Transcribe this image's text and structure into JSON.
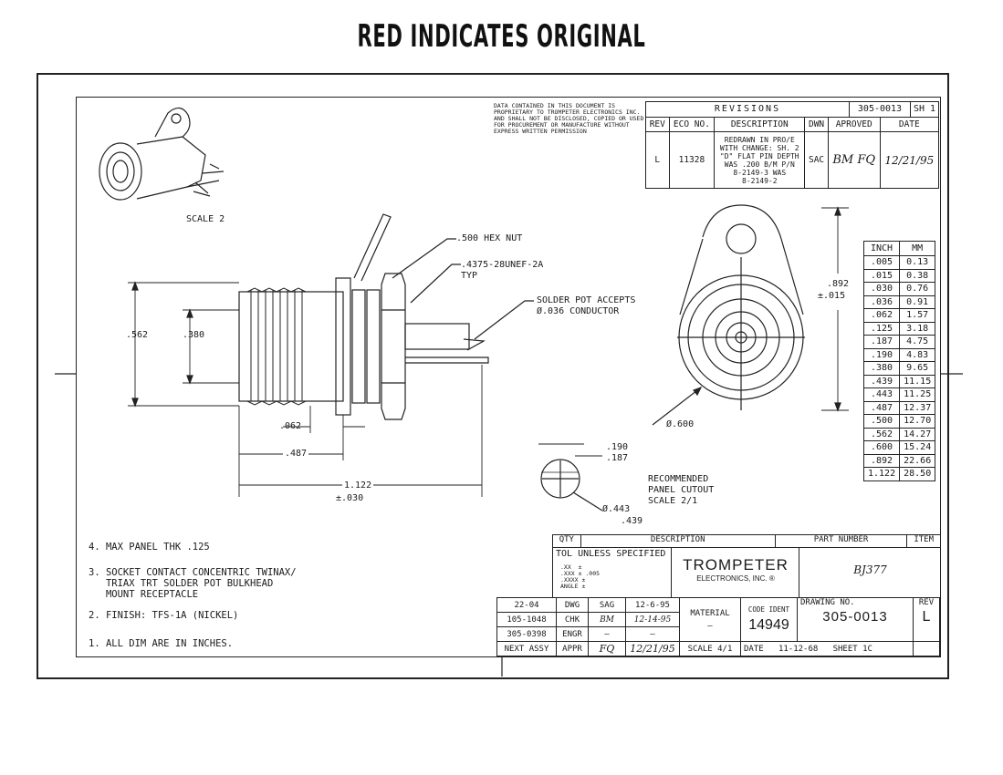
{
  "header": {
    "title": "RED INDICATES ORIGINAL"
  },
  "proprietary_notice": "DATA CONTAINED IN THIS DOCUMENT IS\nPROPRIETARY TO TROMPETER ELECTRONICS INC.\nAND SHALL NOT BE DISCLOSED, COPIED OR USED\nFOR PROCUREMENT OR MANUFACTURE WITHOUT\nEXPRESS WRITTEN PERMISSION",
  "revisions": {
    "title": "REVISIONS",
    "doc_number": "305-0013",
    "sheet": "SH 1",
    "headers": [
      "REV",
      "ECO NO.",
      "DESCRIPTION",
      "DWN",
      "APROVED",
      "DATE"
    ],
    "row": {
      "rev": "L",
      "eco": "11328",
      "description": "REDRAWN IN PRO/E\nWITH CHANGE: SH. 2\n\"D\" FLAT PIN DEPTH\nWAS .200 B/M P/N\n8-2149-3 WAS\n8-2149-2",
      "dwn": "SAC",
      "approved": "BM   FQ",
      "date": "12/21/95"
    }
  },
  "views": {
    "scale_label": "SCALE 2",
    "hex_nut": ".500 HEX NUT",
    "thread": ".4375-28UNEF-2A",
    "thread_typ": "TYP",
    "solder_pot_1": "SOLDER POT ACCEPTS",
    "solder_pot_2": "Ø.036 CONDUCTOR",
    "dim_562": ".562",
    "dim_380": ".380",
    "dim_062": ".062",
    "dim_487": ".487",
    "dim_1122": "1.122",
    "dim_1122_tol": "±.030",
    "dim_892": ".892",
    "dim_892_tol": "±.015",
    "dim_600": "Ø.600",
    "cutout_190": ".190",
    "cutout_187": ".187",
    "cutout_443": "Ø.443",
    "cutout_439": ".439",
    "cutout_label_1": "RECOMMENDED",
    "cutout_label_2": "PANEL CUTOUT",
    "cutout_label_3": "SCALE 2/1"
  },
  "conversion": {
    "headers": [
      "INCH",
      "MM"
    ],
    "rows": [
      [
        ".005",
        "0.13"
      ],
      [
        ".015",
        "0.38"
      ],
      [
        ".030",
        "0.76"
      ],
      [
        ".036",
        "0.91"
      ],
      [
        ".062",
        "1.57"
      ],
      [
        ".125",
        "3.18"
      ],
      [
        ".187",
        "4.75"
      ],
      [
        ".190",
        "4.83"
      ],
      [
        ".380",
        "9.65"
      ],
      [
        ".439",
        "11.15"
      ],
      [
        ".443",
        "11.25"
      ],
      [
        ".487",
        "12.37"
      ],
      [
        ".500",
        "12.70"
      ],
      [
        ".562",
        "14.27"
      ],
      [
        ".600",
        "15.24"
      ],
      [
        ".892",
        "22.66"
      ],
      [
        "1.122",
        "28.50"
      ]
    ]
  },
  "notes": [
    "4. MAX PANEL THK .125",
    "3. SOCKET CONTACT CONCENTRIC TWINAX/\n   TRIAX TRT SOLDER POT BULKHEAD\n   MOUNT RECEPTACLE",
    "2. FINISH: TFS-1A (NICKEL)",
    "1. ALL DIM ARE IN INCHES."
  ],
  "title_block": {
    "qty": "QTY",
    "description_hdr": "DESCRIPTION",
    "part_number_hdr": "PART NUMBER",
    "item_hdr": "ITEM",
    "tol_title": "TOL UNLESS SPECIFIED",
    "tol_lines": ".XX  ±\n.XXX ± .005\n.XXXX ±\nANGLE ±",
    "company": "TROMPETER",
    "company_sub": "ELECTRONICS, INC. ®",
    "part_number": "BJ377",
    "next_assy": [
      "22-04",
      "105-1048",
      "305-0398"
    ],
    "next_assy_label": "NEXT ASSY",
    "dwg_label": "DWG",
    "dwg_by": "SAG",
    "dwg_date": "12-6-95",
    "chk_label": "CHK",
    "chk_by": "BM",
    "chk_date": "12-14-95",
    "engr_label": "ENGR",
    "appr_label": "APPR",
    "appr_by": "FQ",
    "appr_date": "12/21/95",
    "material_label": "MATERIAL",
    "material": "—",
    "code_ident_label": "CODE IDENT",
    "code_ident": "14949",
    "drawing_no_label": "DRAWING NO.",
    "drawing_no": "305-0013",
    "rev_label": "REV",
    "rev": "L",
    "scale": "SCALE 4/1",
    "date_label": "DATE",
    "date": "11-12-68",
    "sheet": "SHEET 1C"
  }
}
